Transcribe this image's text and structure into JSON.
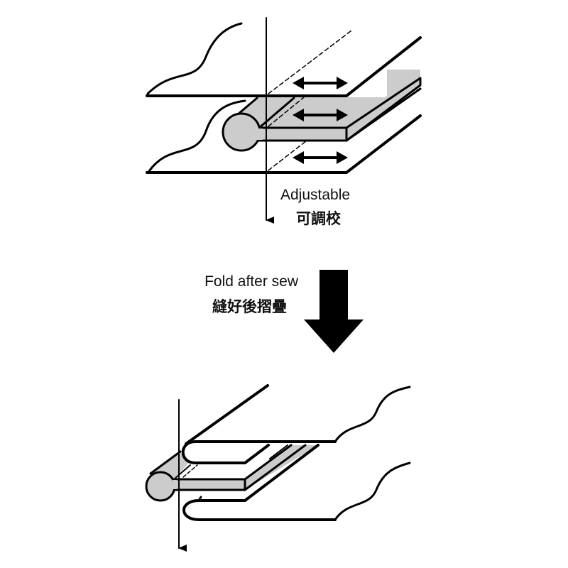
{
  "top_diagram": {
    "label_en": "Adjustable",
    "label_zh": "可調校"
  },
  "step": {
    "label_en": "Fold after sew",
    "label_zh": "縫好後摺疊"
  },
  "colors": {
    "line": "#000000",
    "fill_gray": "#cccccc",
    "background": "#ffffff"
  }
}
